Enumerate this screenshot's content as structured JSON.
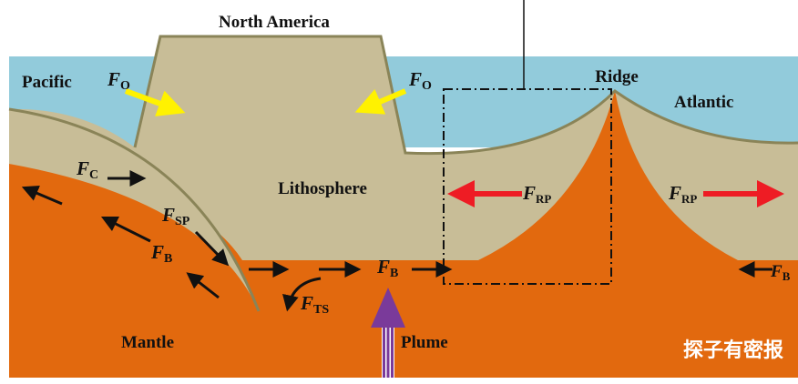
{
  "colors": {
    "ocean": "#92CBDB",
    "lithosphere": "#C8BD97",
    "lithosphere_edge": "#8A8458",
    "mantle": "#E2690E",
    "force_black": "#111111",
    "force_yellow": "#FFF200",
    "force_red": "#EE1C24",
    "plume": "#7A3A9A"
  },
  "labels": {
    "north_america": "North America",
    "pacific": "Pacific",
    "atlantic": "Atlantic",
    "ridge": "Ridge",
    "lithosphere": "Lithosphere",
    "mantle": "Mantle",
    "plume": "Plume"
  },
  "forces": {
    "fo_left": {
      "main": "F",
      "sub": "O"
    },
    "fo_right": {
      "main": "F",
      "sub": "O"
    },
    "fc": {
      "main": "F",
      "sub": "C"
    },
    "fsp": {
      "main": "F",
      "sub": "SP"
    },
    "fb_slab": {
      "main": "F",
      "sub": "B"
    },
    "fb_base": {
      "main": "F",
      "sub": "B"
    },
    "fb_right": {
      "main": "F",
      "sub": "B"
    },
    "fts": {
      "main": "F",
      "sub": "TS"
    },
    "frp_left": {
      "main": "F",
      "sub": "RP"
    },
    "frp_right": {
      "main": "F",
      "sub": "RP"
    }
  },
  "watermark": "探子有密报"
}
